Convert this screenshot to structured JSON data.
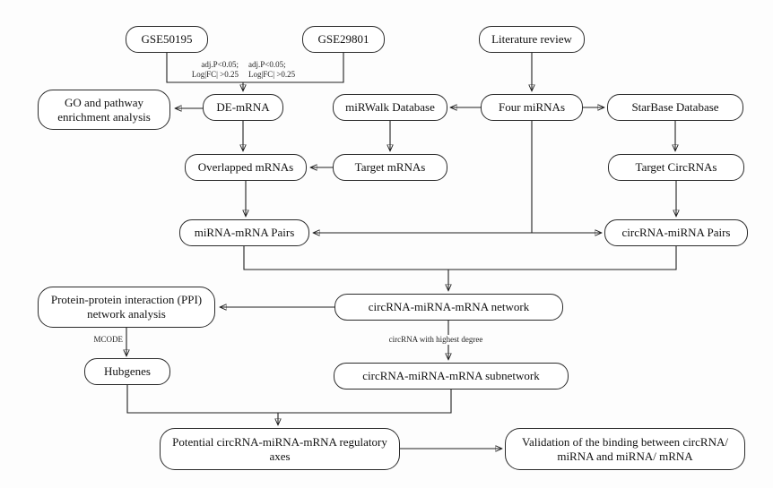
{
  "figure": {
    "description": "Flowchart of circRNA-miRNA-mRNA regulatory network analysis workflow"
  },
  "nodes": {
    "gse50195": "GSE50195",
    "gse29801": "GSE29801",
    "literature_review": "Literature review",
    "go_pathway": "GO and pathway enrichment analysis",
    "de_mrna": "DE-mRNA",
    "mirwalk": "miRWalk Database",
    "four_mirnas": "Four miRNAs",
    "starbase": "StarBase Database",
    "overlapped_mrnas": "Overlapped mRNAs",
    "target_mrnas": "Target mRNAs",
    "target_circrnas": "Target CircRNAs",
    "mirna_mrna_pairs": "miRNA-mRNA Pairs",
    "circrna_mirna_pairs": "circRNA-miRNA Pairs",
    "ppi": "Protein-protein interaction (PPI) network analysis",
    "network": "circRNA-miRNA-mRNA network",
    "hubgenes": "Hubgenes",
    "subnetwork": "circRNA-miRNA-mRNA subnetwork",
    "potential_axes": "Potential circRNA-miRNA-mRNA regulatory axes",
    "validation": "Validation of the binding between circRNA/ miRNA and miRNA/ mRNA"
  },
  "edge_labels": {
    "filter_left_line1": "adj.P<0.05;",
    "filter_left_line2": "Log|FC| >0.25",
    "filter_right_line1": "adj.P<0.05;",
    "filter_right_line2": "Log|FC| >0.25",
    "mcode": "MCODE",
    "highest_degree": "circRNA with highest degree"
  },
  "colors": {
    "stroke": "#1f1f1f",
    "node_fill": "#ffffff",
    "background": "#fdfdfd"
  }
}
